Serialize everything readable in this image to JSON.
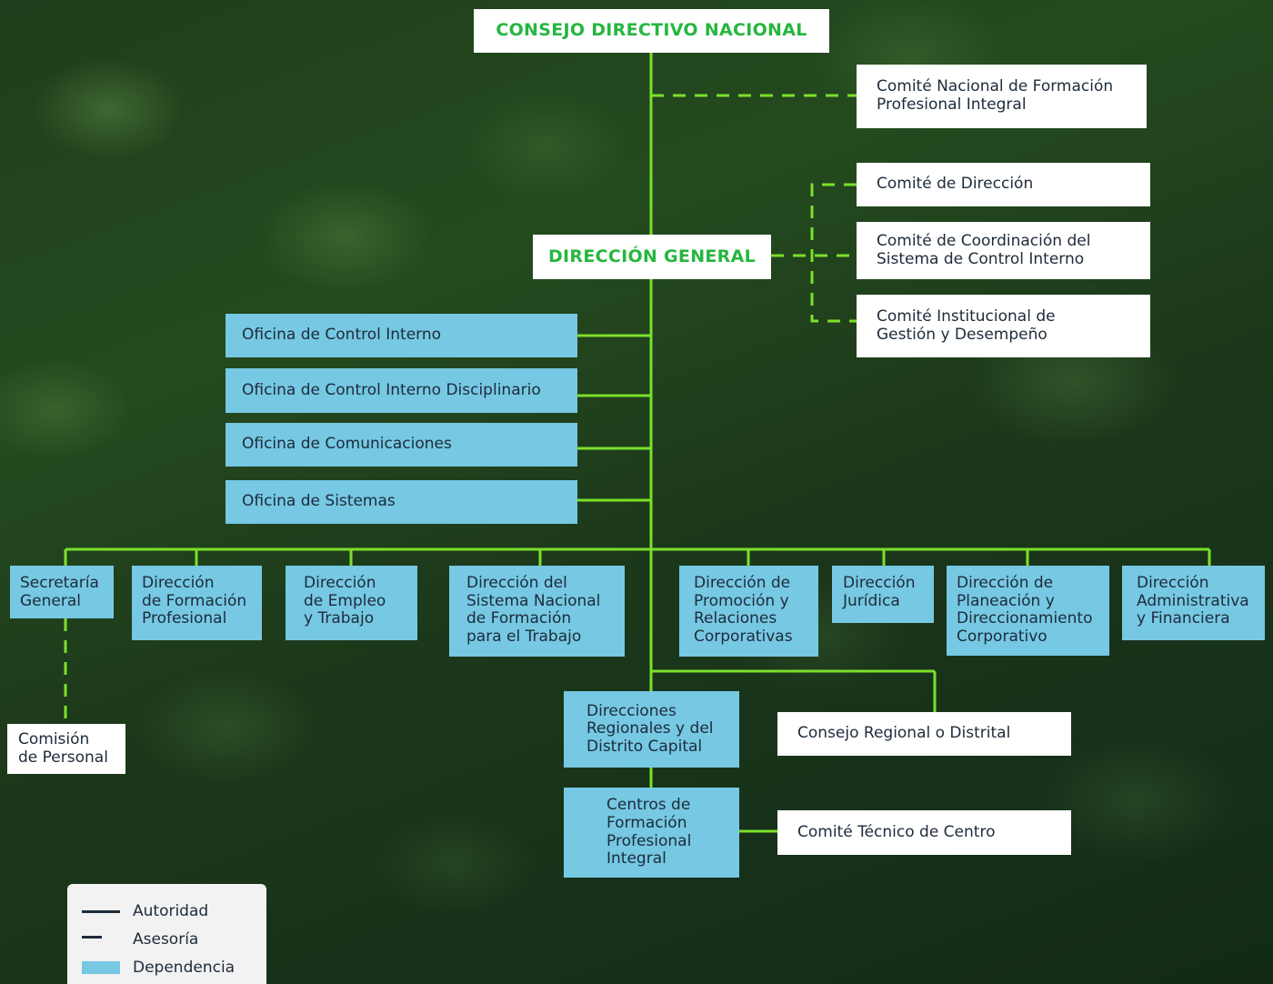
{
  "top": {
    "consejo": "CONSEJO DIRECTIVO NACIONAL",
    "direccion": "DIRECCIÓN GENERAL"
  },
  "committees": {
    "nacional": "Comité Nacional de Formación\nProfesional Integral",
    "direccion": "Comité de Dirección",
    "coordinacion": "Comité de Coordinación del\nSistema de Control Interno",
    "institucional": "Comité Institucional de\nGestión y Desempeño"
  },
  "oficinas": [
    "Oficina de Control Interno",
    "Oficina de Control Interno Disciplinario",
    "Oficina de Comunicaciones",
    "Oficina de Sistemas"
  ],
  "direcciones": [
    "Secretaría\nGeneral",
    "Dirección\nde Formación\nProfesional",
    "Dirección\nde Empleo\ny Trabajo",
    "Dirección del\nSistema Nacional\nde Formación\npara el Trabajo",
    "Dirección de\nPromoción y\nRelaciones\nCorporativas",
    "Dirección\nJurídica",
    "Dirección de\nPlaneación y\nDireccionamiento\nCorporativo",
    "Dirección\nAdministrativa\ny Financiera"
  ],
  "lower": {
    "comision": "Comisión\nde Personal",
    "regionales": "Direcciones\nRegionales y del\nDistrito Capital",
    "centros": "Centros de\nFormación\nProfesional\nIntegral",
    "consejo_regional": "Consejo Regional o Distrital",
    "comite_tecnico": "Comité Técnico de Centro"
  },
  "legend": {
    "autoridad": "Autoridad",
    "asesoria": "Asesoría",
    "dependencia": "Dependencia"
  },
  "colors": {
    "line": "#7be02a",
    "title_text": "#27b63f",
    "dependency_fill": "#76c8e3",
    "legend_line": "#1d2b3a"
  }
}
